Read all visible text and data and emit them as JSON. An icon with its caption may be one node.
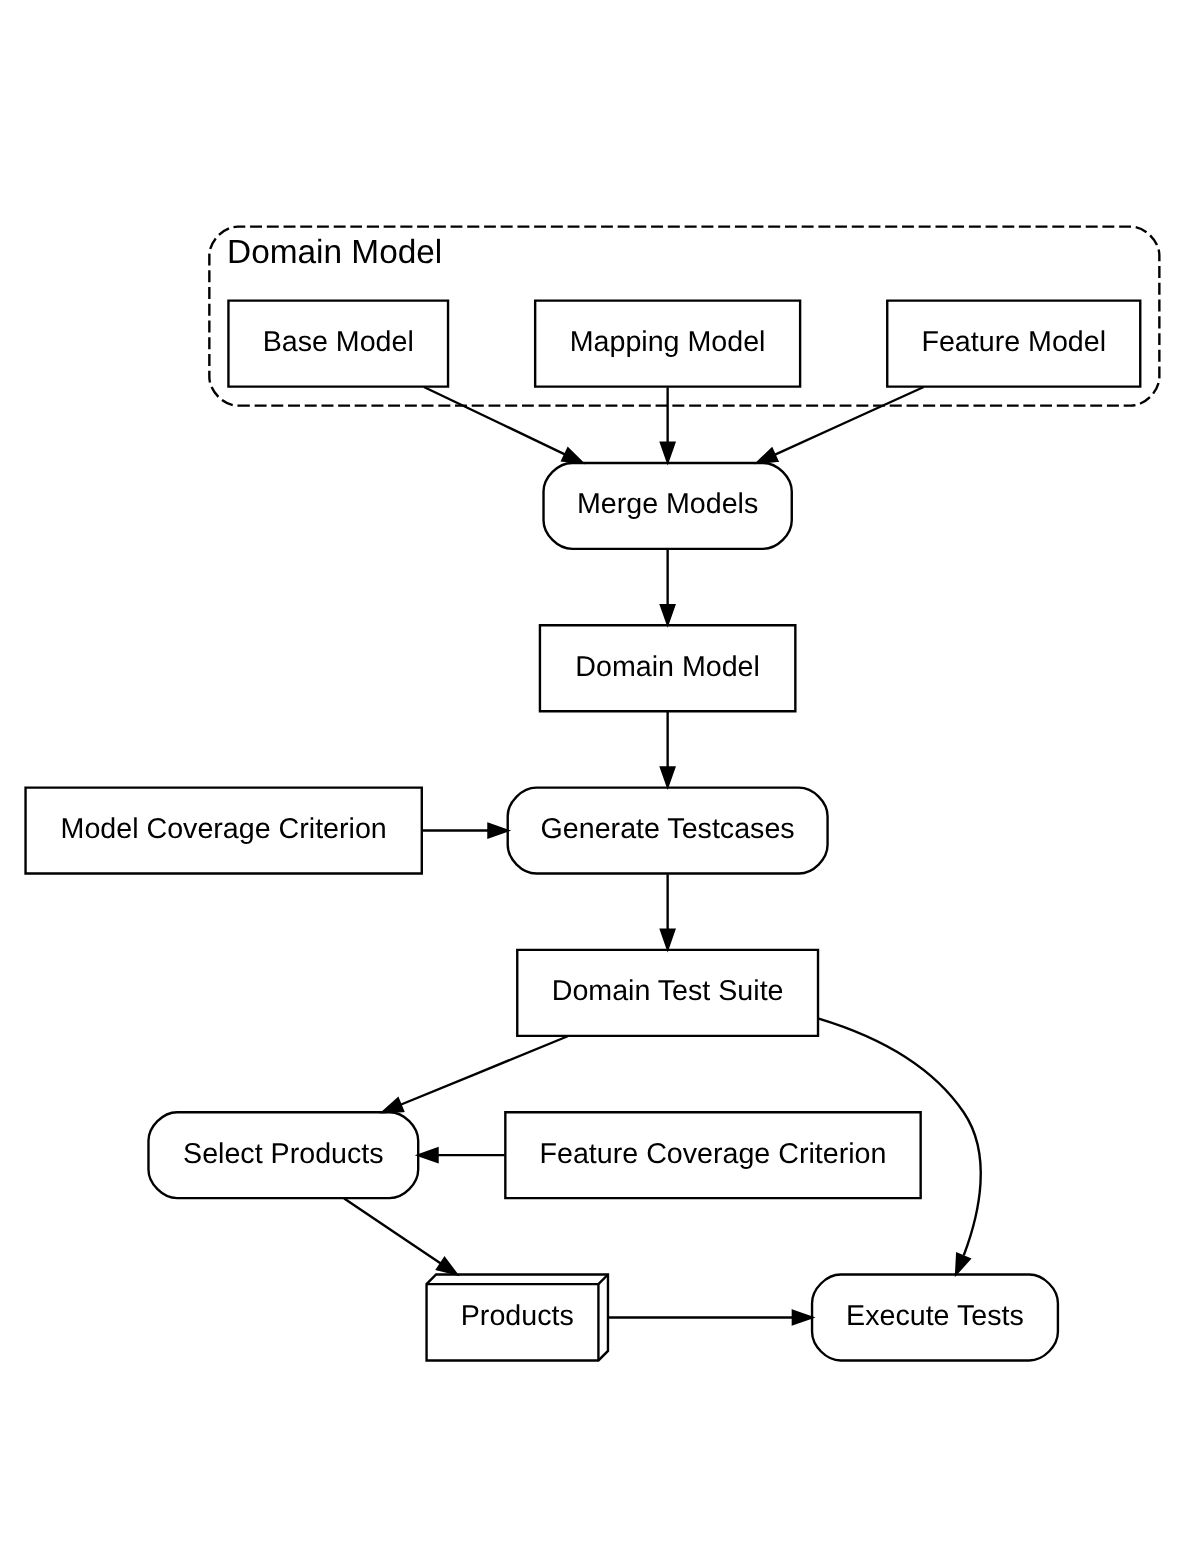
{
  "diagram": {
    "nodes": [
      {
        "text": [
          "Domain Model"
        ]
      },
      {
        "text": [
          "Feature Model"
        ],
        "in": 0
      },
      {
        "text": [
          "Mapping Model"
        ],
        "in": 0
      },
      {
        "text": [
          "Base Model"
        ],
        "in": 0
      },
      {
        "text": [
          "Merge Models"
        ]
      },
      {
        "text": [
          "Domain Model"
        ]
      },
      {
        "text": [
          "Model Coverage Criterion"
        ]
      },
      {
        "text": [
          "Generate Testcases"
        ]
      },
      {
        "text": [
          "Domain Test Suite"
        ]
      },
      {
        "text": [
          "Feature Coverage Criterion"
        ]
      },
      {
        "text": [
          "Select Products"
        ]
      },
      {
        "text": [
          "Products"
        ]
      },
      {
        "text": [
          "Execute Tests"
        ]
      }
    ],
    "edges": [
      {
        "from": 1,
        "to": 4,
        "arrow": "to"
      },
      {
        "from": 2,
        "to": 4,
        "arrow": "to"
      },
      {
        "from": 3,
        "to": 4,
        "arrow": "to"
      },
      {
        "from": 4,
        "to": 5,
        "arrow": "to"
      },
      {
        "from": 5,
        "to": 7,
        "arrow": "to"
      },
      {
        "from": 6,
        "to": 7,
        "arrow": "to"
      },
      {
        "from": 7,
        "to": 8,
        "arrow": "to"
      },
      {
        "from": 8,
        "to": 10,
        "arrow": "to"
      },
      {
        "from": 9,
        "to": 10,
        "arrow": "to"
      },
      {
        "from": 10,
        "to": 11,
        "arrow": "to"
      },
      {
        "from": 11,
        "to": 12,
        "arrow": "to"
      },
      {
        "from": 8,
        "to": 12,
        "arrow": "to"
      }
    ]
  }
}
